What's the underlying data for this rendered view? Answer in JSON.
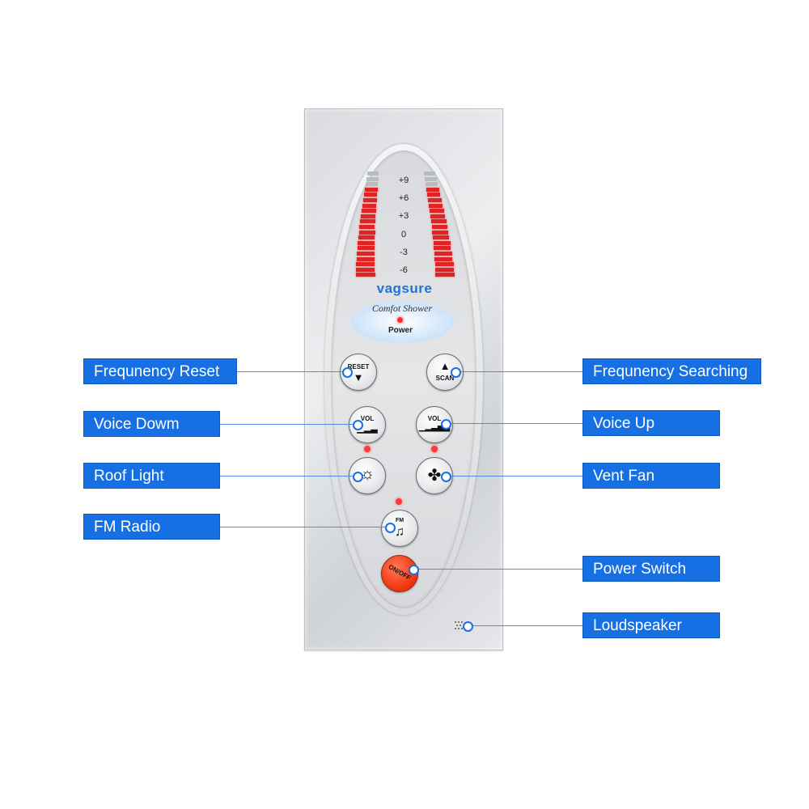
{
  "device": {
    "brand": "vagsure",
    "subtitle": "Comfot Shower",
    "power_indicator": "Power",
    "scale": [
      "+9",
      "+6",
      "+3",
      "0",
      "-3",
      "-6"
    ],
    "buttons": {
      "reset": {
        "label": "RESET",
        "glyph": "▼"
      },
      "scan": {
        "label": "SCAN",
        "glyph": "▲"
      },
      "vol_down": {
        "label": "VOL",
        "glyph": "▁▂▃"
      },
      "vol_up": {
        "label": "VOL",
        "glyph": "▁▂▃▅▇"
      },
      "light": {
        "glyph": "☼"
      },
      "fan": {
        "glyph": "✤"
      },
      "fm": {
        "label": "FM",
        "glyph": "♫"
      },
      "power": {
        "label": "ON/OFF"
      }
    }
  },
  "callouts": {
    "frequency_reset": "Frequnency Reset",
    "frequency_searching": "Frequnency Searching",
    "voice_down": "Voice Dowm",
    "voice_up": "Voice Up",
    "roof_light": "Roof Light",
    "vent_fan": "Vent Fan",
    "fm_radio": "FM Radio",
    "power_switch": "Power Switch",
    "loudspeaker": "Loudspeaker"
  },
  "colors": {
    "callout_blue": "#1670e4",
    "meter_red": "#e02424",
    "power_button": "#f23a12"
  }
}
